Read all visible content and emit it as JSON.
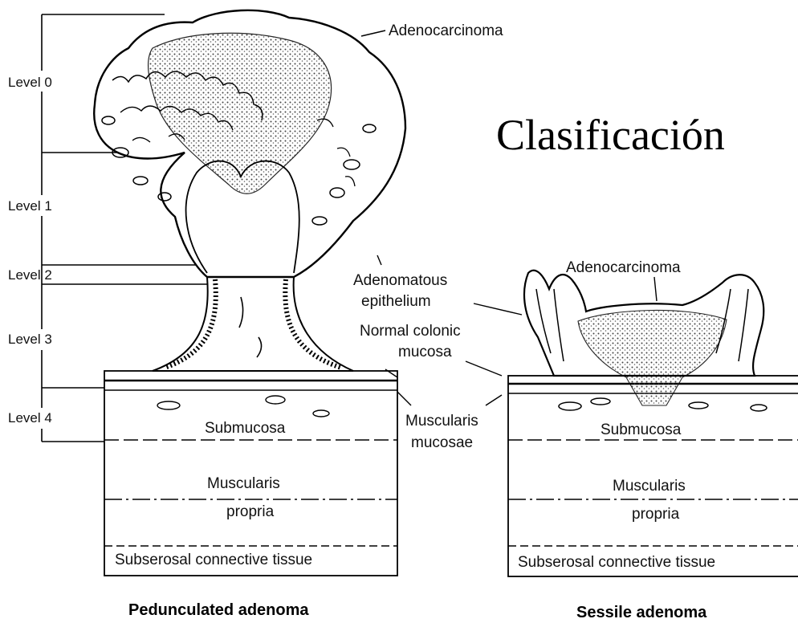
{
  "title": "Clasificación",
  "levels": [
    "Level 0",
    "Level 1",
    "Level 2",
    "Level 3",
    "Level 4"
  ],
  "pedunculated": {
    "caption": "Pedunculated adenoma",
    "adenocarcinoma": "Adenocarcinoma",
    "adenomatous_1": "Adenomatous",
    "adenomatous_2": "epithelium",
    "normal_1": "Normal colonic",
    "normal_2": "mucosa",
    "muscularis_mucosae_1": "Muscularis",
    "muscularis_mucosae_2": "mucosae",
    "submucosa": "Submucosa",
    "muscularis_propria_1": "Muscularis",
    "muscularis_propria_2": "propria",
    "subserosal": "Subserosal connective tissue"
  },
  "sessile": {
    "caption": "Sessile adenoma",
    "adenocarcinoma": "Adenocarcinoma",
    "submucosa": "Submucosa",
    "muscularis_propria_1": "Muscularis",
    "muscularis_propria_2": "propria",
    "subserosal": "Subserosal connective tissue"
  }
}
